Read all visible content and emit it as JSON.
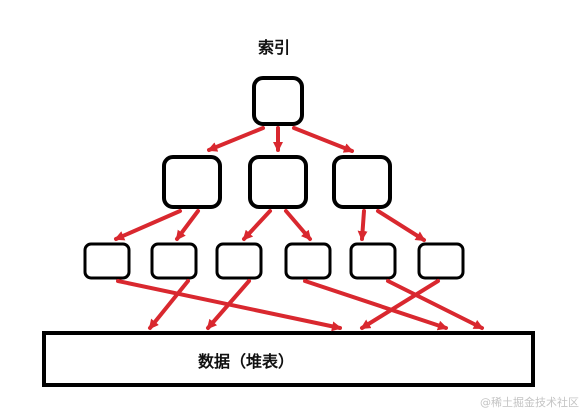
{
  "title": "索引",
  "heap_label": "数据（堆表）",
  "watermark": "@稀土掘金技术社区",
  "colors": {
    "arrow": "#d9282f",
    "box_border": "#000000",
    "background": "#ffffff"
  },
  "tree": {
    "levels": [
      {
        "level": "root",
        "count": 1
      },
      {
        "level": "internal",
        "count": 3
      },
      {
        "level": "leaf",
        "count": 6
      }
    ]
  }
}
